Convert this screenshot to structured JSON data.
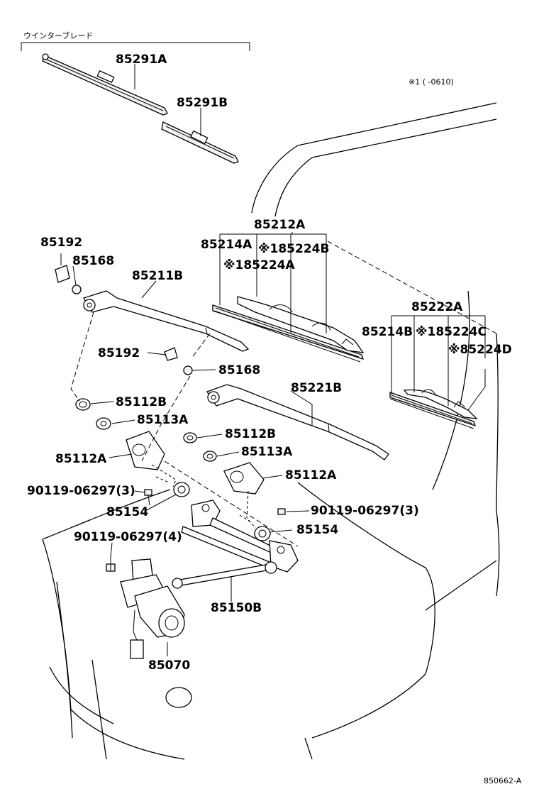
{
  "header": {
    "category": "ウインターブレード",
    "note": "※1 (      -0610)",
    "figure_code": "850662-A"
  },
  "labels": {
    "p85291A": "85291A",
    "p85291B": "85291B",
    "p85212A": "85212A",
    "p85214A": "85214A",
    "p85224B": "※185224B",
    "p85224A": "※185224A",
    "p85192a": "85192",
    "p85168a": "85168",
    "p85211B": "85211B",
    "p85192b": "85192",
    "p85168b": "85168",
    "p85222A": "85222A",
    "p85214B": "85214B",
    "p85224C": "※185224C",
    "p85224D": "※85224D",
    "p85112Ba": "85112B",
    "p85113Aa": "85113A",
    "p85221B": "85221B",
    "p85112Bb": "85112B",
    "p85113Ab": "85113A",
    "p85112Aa": "85112A",
    "p85112Ab": "85112A",
    "p90119a": "90119-06297(3)",
    "p90119b": "90119-06297(3)",
    "p85154a": "85154",
    "p85154b": "85154",
    "p90119c": "90119-06297(4)",
    "p85150B": "85150B",
    "p85070": "85070"
  }
}
